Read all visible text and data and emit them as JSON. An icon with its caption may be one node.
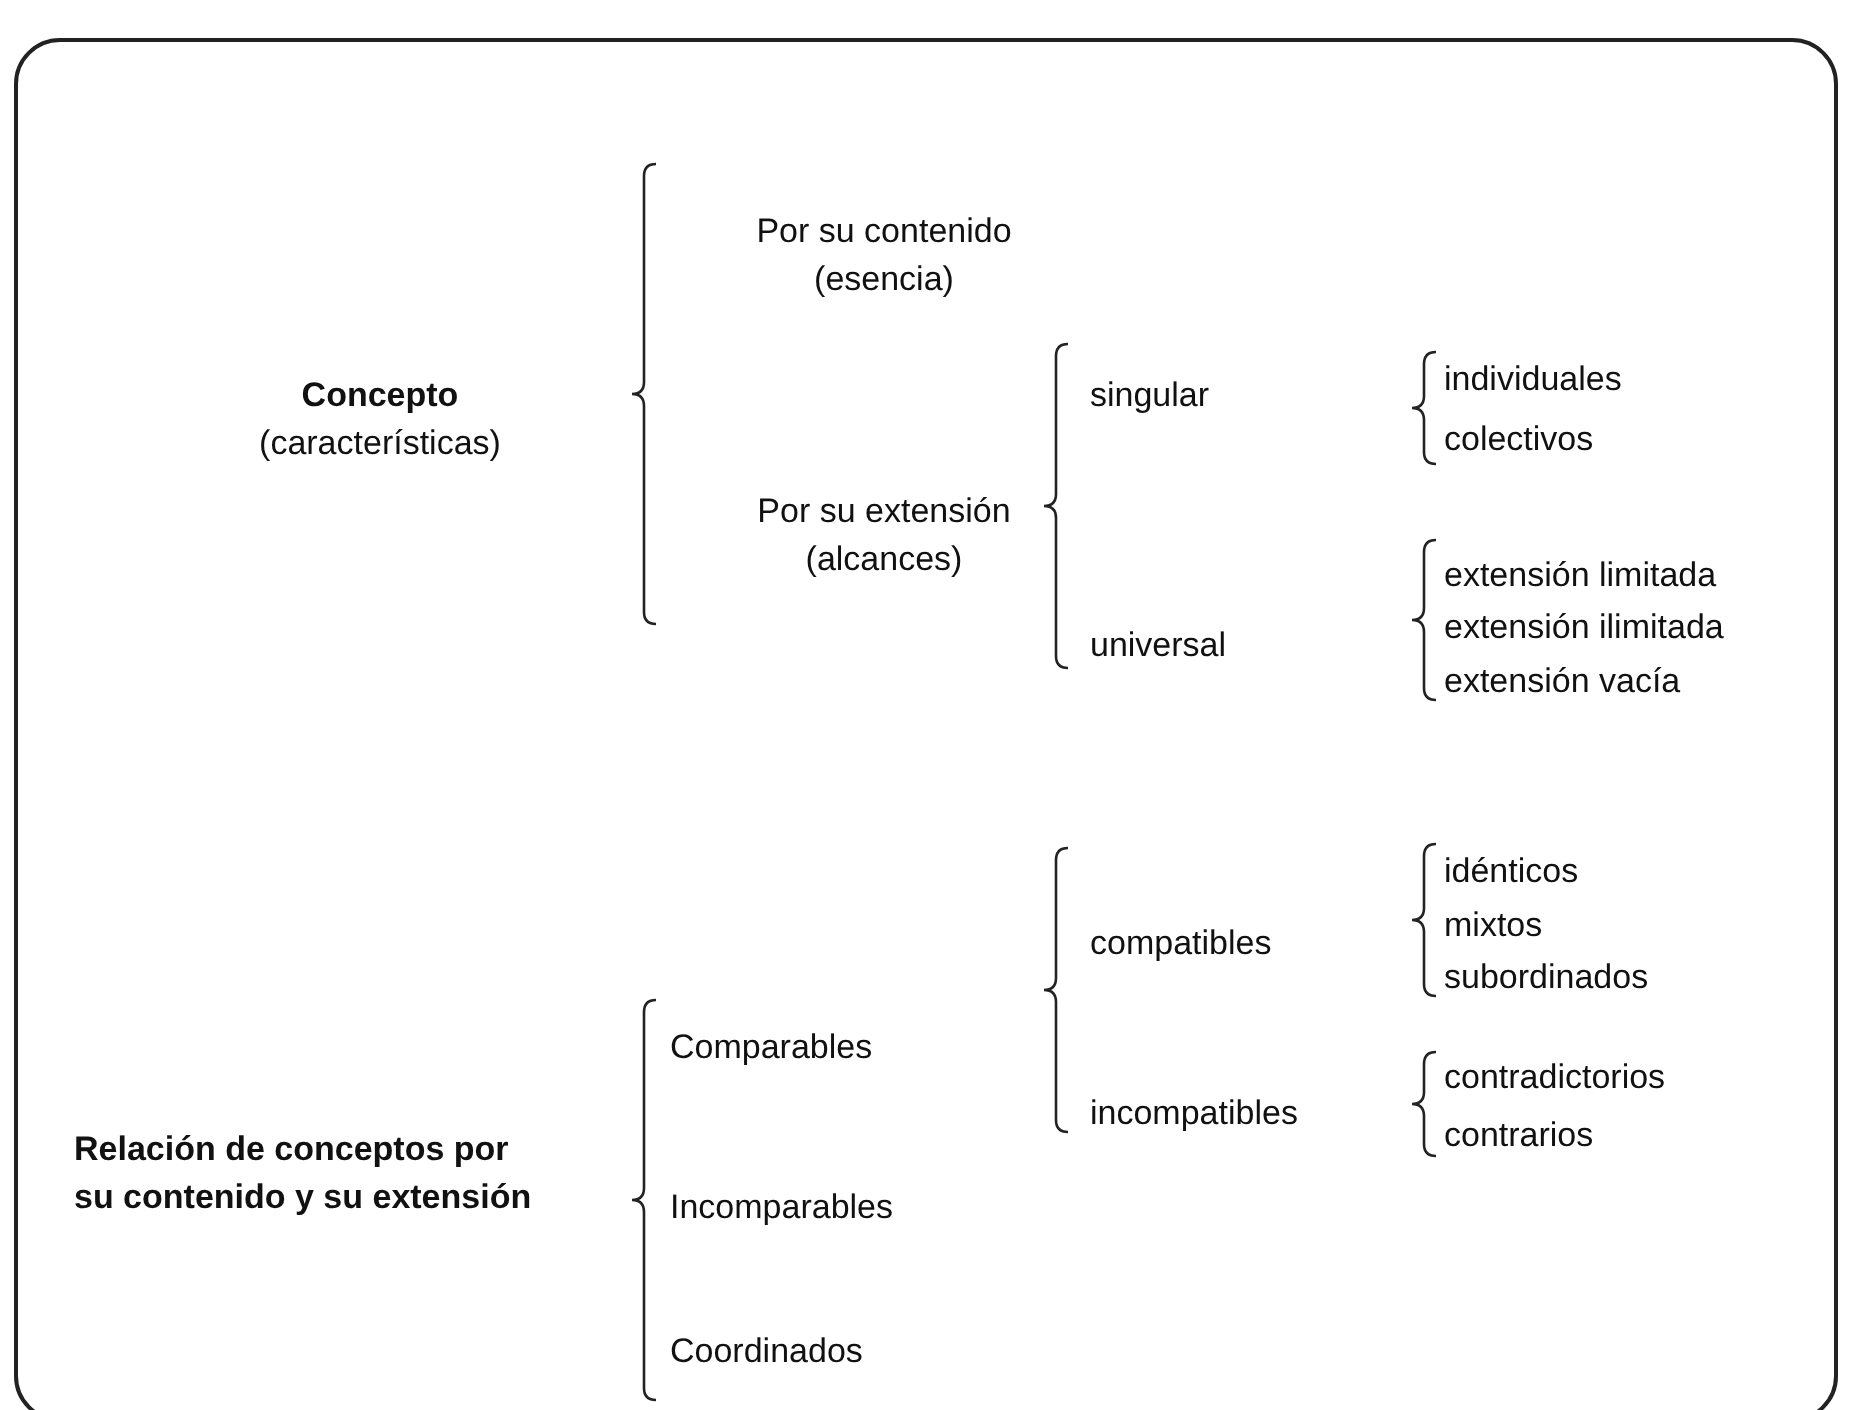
{
  "diagram": {
    "labels": [
      "Por su contenido (esencia)",
      "Concepto",
      "(características)",
      "singular",
      "individuales",
      "colectivos",
      "Por su extensión (alcances)",
      "extensión limitada",
      "extensión ilimitada",
      "universal",
      "extensión vacía",
      "idénticos",
      "compatibles",
      "mixtos",
      "subordinados",
      "Comparables",
      "contradictorios",
      "incompatibles",
      "contrarios",
      "Relación de conceptos por su contenido y su extensión",
      "Incomparables",
      "Coordinados"
    ]
  }
}
